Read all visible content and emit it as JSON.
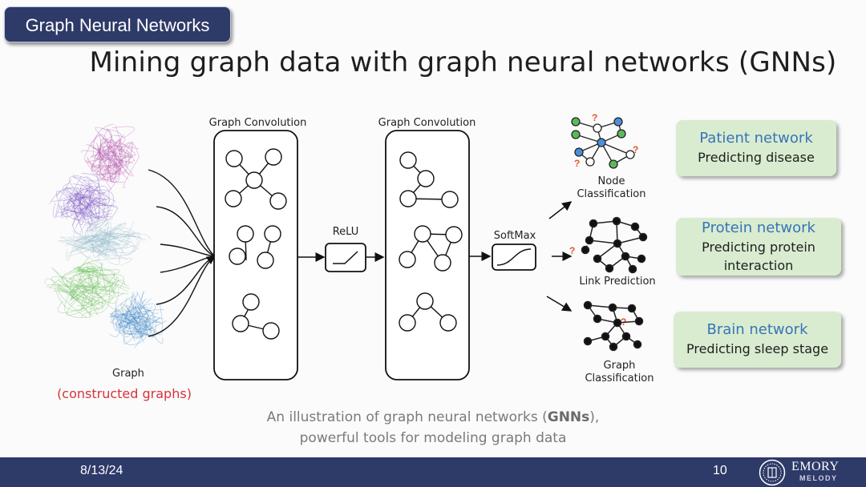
{
  "header": {
    "tag": "Graph Neural Networks",
    "title": "Mining graph data with graph neural networks (GNNs)"
  },
  "diagram": {
    "input_label": "Graph",
    "input_sublabel": "(constructed graphs)",
    "conv1_label": "Graph Convolution",
    "relu_label": "ReLU",
    "conv2_label": "Graph Convolution",
    "softmax_label": "SoftMax",
    "outputs": {
      "node": [
        "Node",
        "Classification"
      ],
      "link": "Link Prediction",
      "graph": [
        "Graph",
        "Classification"
      ]
    },
    "question_mark": "?"
  },
  "applications": [
    {
      "title": "Patient network",
      "subtitle": "Predicting disease"
    },
    {
      "title": "Protein network",
      "subtitle": "Predicting protein interaction"
    },
    {
      "title": "Brain network",
      "subtitle": "Predicting sleep stage"
    }
  ],
  "caption": {
    "line1_pre": "An illustration of graph neural networks (",
    "line1_bold": "GNNs",
    "line1_post": "),",
    "line2": "powerful tools for modeling graph data"
  },
  "footer": {
    "date": "8/13/24",
    "page": "10",
    "brand_top": "EMORY",
    "brand_bottom": "MELODY"
  },
  "colors": {
    "navy": "#2e3a68",
    "card_green": "#d9ecd0",
    "card_title_blue": "#3774b8",
    "accent_red": "#d9313a",
    "node_green": "#5cb85c",
    "node_blue": "#4a90d9",
    "question_orange": "#e8552a"
  }
}
